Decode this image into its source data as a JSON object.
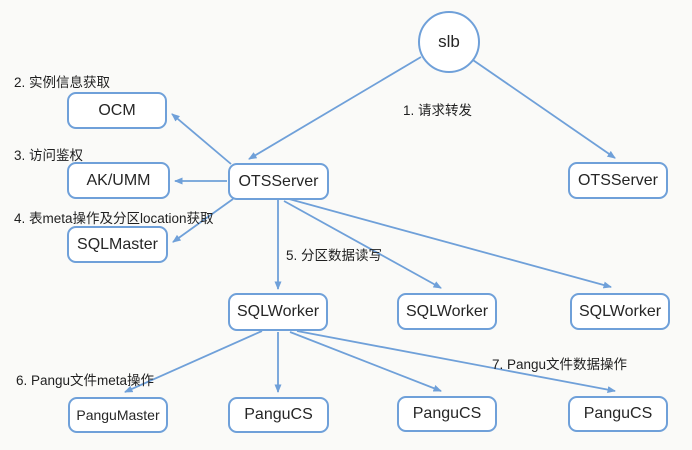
{
  "nodes": {
    "slb": {
      "label": "slb"
    },
    "ocm": {
      "label": "OCM"
    },
    "ak_umm": {
      "label": "AK/UMM"
    },
    "sql_master": {
      "label": "SQLMaster"
    },
    "ots_server_main": {
      "label": "OTSServer"
    },
    "ots_server_right": {
      "label": "OTSServer"
    },
    "sql_worker_1": {
      "label": "SQLWorker"
    },
    "sql_worker_2": {
      "label": "SQLWorker"
    },
    "sql_worker_3": {
      "label": "SQLWorker"
    },
    "pangu_master": {
      "label": "PanguMaster"
    },
    "pangu_cs_1": {
      "label": "PanguCS"
    },
    "pangu_cs_2": {
      "label": "PanguCS"
    },
    "pangu_cs_3": {
      "label": "PanguCS"
    }
  },
  "edge_labels": {
    "step1": "1. 请求转发",
    "step2": "2. 实例信息获取",
    "step3": "3. 访问鉴权",
    "step4": "4. 表meta操作及分区location获取",
    "step5": "5. 分区数据读写",
    "step6": "6. Pangu文件meta操作",
    "step7": "7. Pangu文件数据操作"
  },
  "colors": {
    "accent": "#6FA0D9",
    "node_fill": "#FFFFFF",
    "text": "#262626",
    "background": "#FAFAF8"
  }
}
